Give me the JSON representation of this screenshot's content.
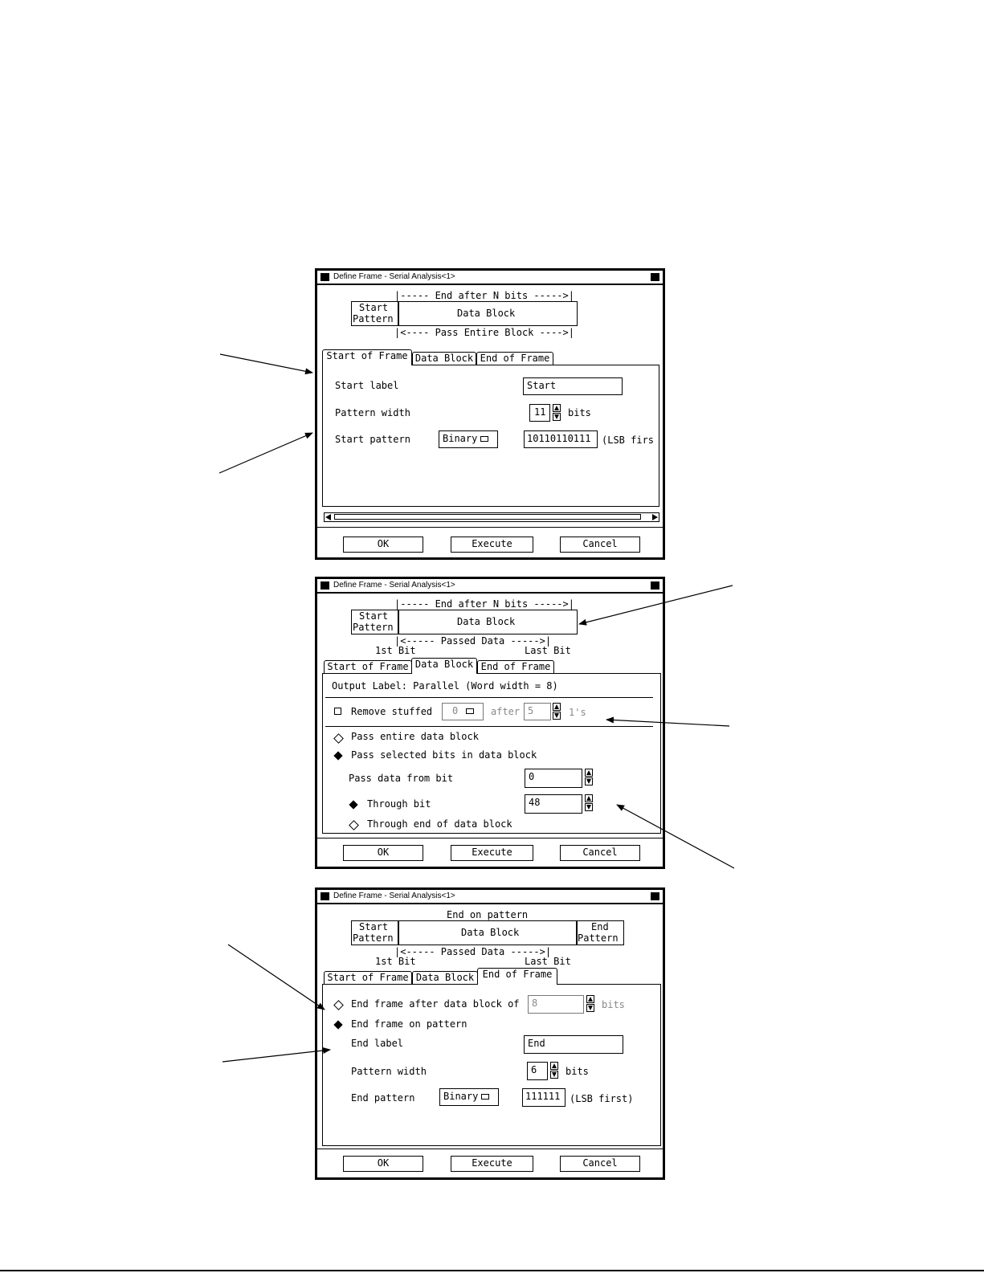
{
  "window_title": "Define Frame - Serial Analysis<1>",
  "buttons": {
    "ok": "OK",
    "execute": "Execute",
    "cancel": "Cancel"
  },
  "tabs": {
    "start": "Start of Frame",
    "data": "Data Block",
    "end": "End of Frame"
  },
  "diagram": {
    "end_after_n": "|----- End after N bits ----->|",
    "start_pattern_line1": "Start",
    "start_pattern_line2": "Pattern",
    "data_block": "Data Block",
    "pass_entire": "|<---- Pass Entire Block ---->|",
    "passed_data": "|<----- Passed Data ----->|",
    "first_bit": "1st Bit",
    "last_bit": "Last Bit",
    "end_on_pattern": "End on pattern",
    "end_pattern_line1": "End",
    "end_pattern_line2": "Pattern"
  },
  "dialog1": {
    "start_label": "Start label",
    "start_label_value": "Start",
    "pattern_width": "Pattern width",
    "pattern_width_value": "11",
    "bits": "bits",
    "start_pattern": "Start pattern",
    "format": "Binary",
    "pattern_value": "10110110111",
    "lsb_first": "(LSB firs"
  },
  "dialog2": {
    "output_label": "Output Label: Parallel (Word width = 8)",
    "remove_stuffed": "Remove stuffed",
    "stuff_value": "0",
    "after": "after",
    "after_value": "5",
    "ones": "1's",
    "pass_entire": "Pass entire data block",
    "pass_selected": "Pass selected bits in data block",
    "pass_from": "Pass data from bit",
    "pass_from_value": "0",
    "through_bit": "Through bit",
    "through_bit_value": "48",
    "through_end": "Through end of data block"
  },
  "dialog3": {
    "end_after": "End frame after data block of",
    "end_after_value": "8",
    "bits": "bits",
    "end_on_pattern": "End frame on pattern",
    "end_label": "End label",
    "end_label_value": "End",
    "pattern_width": "Pattern width",
    "pattern_width_value": "6",
    "end_pattern": "End pattern",
    "format": "Binary",
    "pattern_value": "111111",
    "lsb_first": "(LSB first)"
  }
}
